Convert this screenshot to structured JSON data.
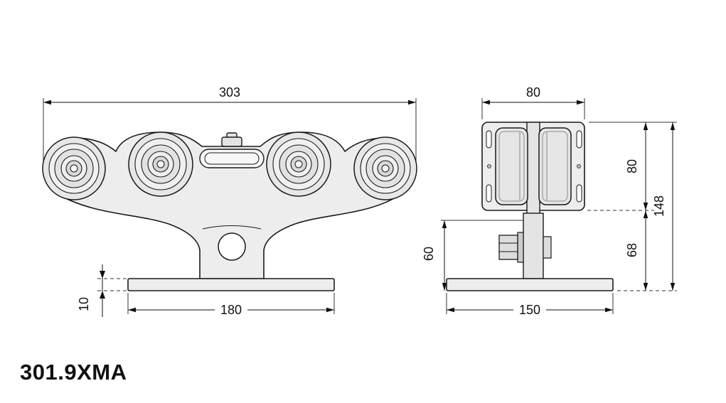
{
  "product_code": "301.9XMA",
  "views": {
    "front": {
      "dims": {
        "overall_width": "303",
        "base_width": "180",
        "base_thickness": "10"
      }
    },
    "side": {
      "dims": {
        "top_width": "80",
        "roller_section_height": "80",
        "overall_height": "148",
        "lower_section_height": "68",
        "bracket_height": "60",
        "base_width": "150"
      }
    }
  },
  "colors": {
    "line": "#1a1a1a",
    "fill_light": "#ededed",
    "background": "#ffffff"
  }
}
